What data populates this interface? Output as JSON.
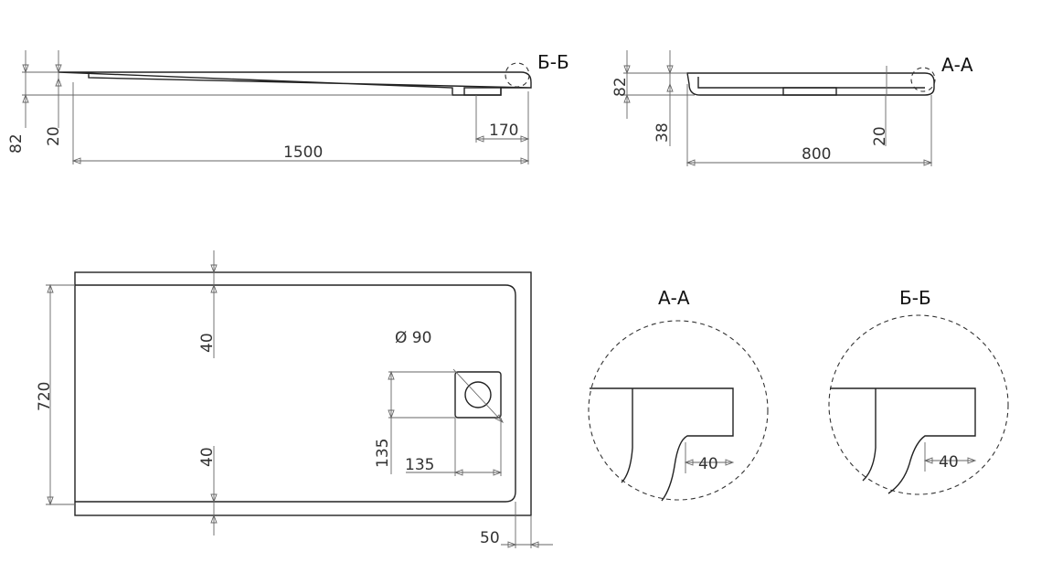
{
  "side_view": {
    "height": "82",
    "base": "20",
    "length": "1500",
    "drain_offset": "170",
    "section_label": "Б-Б"
  },
  "end_view": {
    "height": "82",
    "rim": "38",
    "width": "800",
    "base": "20",
    "section_label": "А-А"
  },
  "top_view": {
    "depth": "720",
    "edge_top": "40",
    "edge_bottom": "40",
    "drain_diameter": "Ø 90",
    "drain_y": "135",
    "drain_x": "135",
    "right_edge": "50"
  },
  "detail_a": {
    "label": "А-А",
    "rim": "40"
  },
  "detail_b": {
    "label": "Б-Б",
    "rim": "40"
  },
  "colors": {
    "line": "#222222",
    "dimension": "#666666",
    "text": "#333333"
  }
}
